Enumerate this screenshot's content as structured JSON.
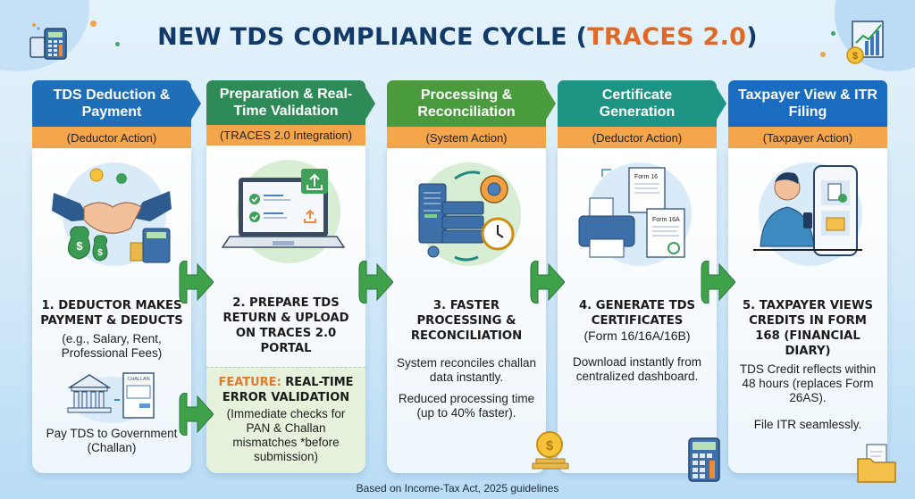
{
  "title": {
    "main": "NEW TDS COMPLIANCE CYCLE (",
    "accent": "TRACES 2.0",
    "close": ")"
  },
  "colors": {
    "title": "#123a69",
    "accent": "#e06a25",
    "subheader": "#f5a54a",
    "feature_bg": "#e7f2dd",
    "arrow_green": "#3fa24a"
  },
  "stages": [
    {
      "header": "TDS Deduction & Payment",
      "header_color": "#1f6fb8",
      "sub": "(Deductor Action)",
      "illustration": "handshake-money-calculator-icon",
      "step_title": "1. DEDUCTOR MAKES PAYMENT & DEDUCTS",
      "text1": "(e.g., Salary, Rent, Professional Fees)",
      "text2": "Pay TDS to Government (Challan)",
      "secondary_illustration": "bank-challan-icon",
      "challan_label": "CHALLAN"
    },
    {
      "header": "Preparation & Real-Time Validation",
      "header_color": "#2e8b57",
      "sub": "(TRACES 2.0 Integration)",
      "illustration": "laptop-upload-check-icon",
      "step_title": "2. PREPARE TDS RETURN & UPLOAD ON TRACES 2.0 PORTAL",
      "feature_label": "FEATURE:",
      "feature_title": " REAL-TIME ERROR VALIDATION",
      "feature_text": "(Immediate checks for PAN & Challan mismatches *before submission)"
    },
    {
      "header": "Processing & Reconciliation",
      "header_color": "#4a9a3e",
      "sub": "(System Action)",
      "illustration": "server-gear-clock-icon",
      "step_title": "3. FASTER PROCESSING & RECONCILIATION",
      "text1": "System reconciles challan data instantly.",
      "text2": "Reduced processing time (up to 40% faster)."
    },
    {
      "header": "Certificate Generation",
      "header_color": "#1e9485",
      "sub": "(Deductor Action)",
      "illustration": "printer-forms-icon",
      "form_labels": [
        "Form 16",
        "Form 16A"
      ],
      "step_title": "4. GENERATE TDS CERTIFICATES",
      "step_sub": "(Form 16/16A/16B)",
      "text1": "Download instantly from centralized dashboard."
    },
    {
      "header": "Taxpayer View & ITR Filing",
      "header_color": "#1a6cc0",
      "sub": "(Taxpayer Action)",
      "illustration": "taxpayer-phone-icon",
      "step_title": "5. TAXPAYER VIEWS CREDITS IN FORM 168 (FINANCIAL DIARY)",
      "text1": "TDS Credit reflects within 48 hours (replaces Form 26AS).",
      "text2": "File ITR seamlessly."
    }
  ],
  "footer": "Based on Income-Tax Act, 2025 guidelines"
}
